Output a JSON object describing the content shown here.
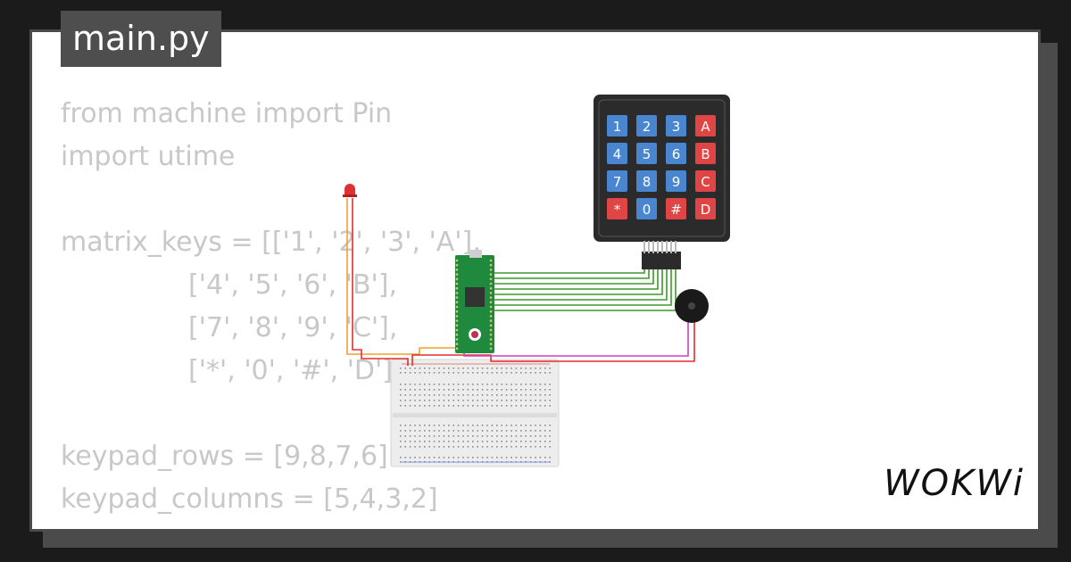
{
  "file_tab": {
    "label": "main.py"
  },
  "code_lines": [
    "from machine import Pin",
    "import utime",
    "",
    "matrix_keys = [['1', '2', '3', 'A'],",
    "               ['4', '5', '6', 'B'],",
    "               ['7', '8', '9', 'C'],",
    "               ['*', '0', '#', 'D']]",
    "",
    "keypad_rows = [9,8,7,6]",
    "keypad_columns = [5,4,3,2]"
  ],
  "keypad": {
    "rows": [
      [
        "1",
        "2",
        "3",
        "A"
      ],
      [
        "4",
        "5",
        "6",
        "B"
      ],
      [
        "7",
        "8",
        "9",
        "C"
      ],
      [
        "*",
        "0",
        "#",
        "D"
      ]
    ],
    "colors": {
      "digit": "#4a86cf",
      "letter": "#e04545",
      "body": "#2b2b2b"
    }
  },
  "wire_colors": {
    "green": "#3a9a2a",
    "orange": "#f0a030",
    "red": "#e03030",
    "magenta": "#d040c0"
  },
  "brand": {
    "logo": "WOKWi"
  }
}
